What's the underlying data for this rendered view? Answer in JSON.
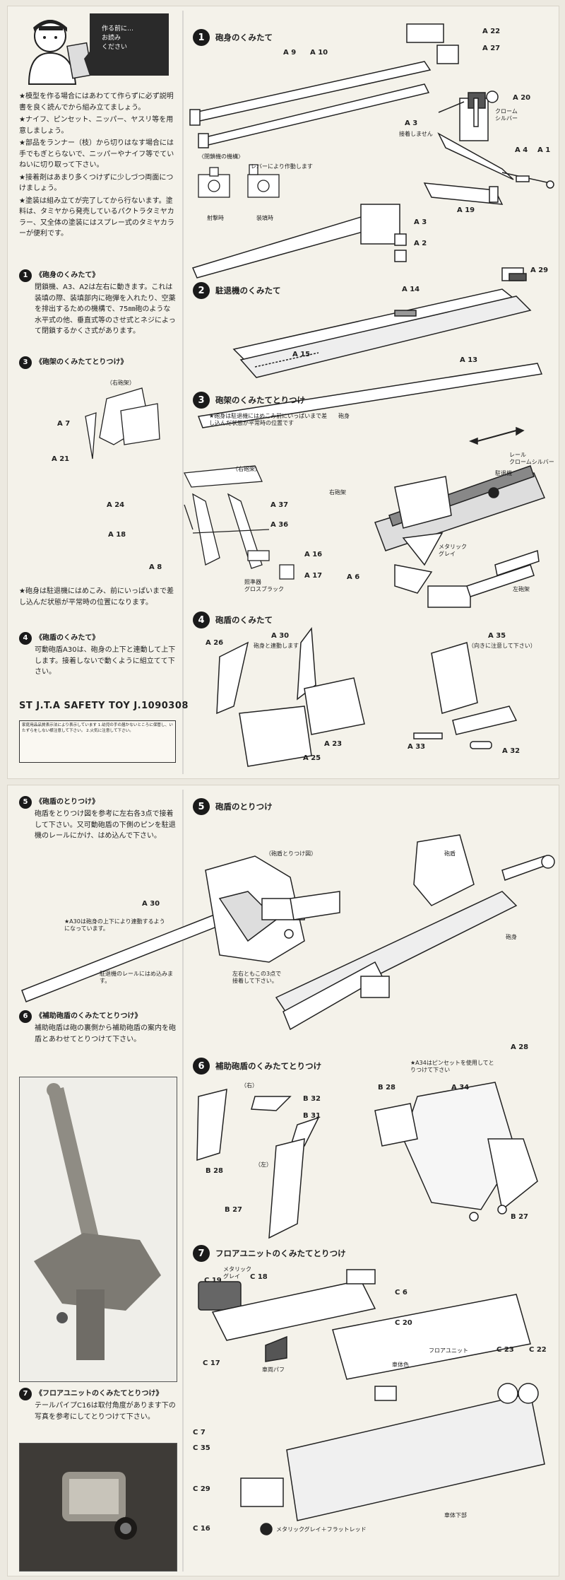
{
  "page1": {
    "header_bubble": "作る前に…\nお読み\nください",
    "intro": [
      "★模型を作る場合にはあわてて作らずに必ず説明書を良く読んでから組み立てましょう。",
      "★ナイフ、ピンセット、ニッパー、ヤスリ等を用意しましょう。",
      "★部品をランナー（枝）から切りはなす場合には手でもぎとらないで、ニッパーやナイフ等でていねいに切り取って下さい。",
      "★接着剤はあまり多くつけずに少しづつ両面につけましょう。",
      "★塗装は組み立てが完了してから行ないます。塗料は、タミヤから発売しているパクトラタミヤカラー、又全体の塗装にはスプレー式のタミヤカラーが便利です。"
    ],
    "left_step1": {
      "num": "1",
      "title": "《砲身のくみたて》",
      "text": "閉鎖機、A3、A2は左右に動きます。これは装填の際、装填部内に砲弾を入れたり、空薬を排出するための機構で、75㎜砲のような水平式の他、垂直式等のさせ式とネジによって閉鎖するかくさ式があります。"
    },
    "left_step3": {
      "num": "3",
      "title": "《砲架のくみたてとりつけ》",
      "right_label": "（右砲架）",
      "note": "★砲身は駐退機にはめこみ、前にいっぱいまで差し込んだ状態が平常時の位置になります。"
    },
    "left_step4": {
      "num": "4",
      "title": "《砲盾のくみたて》",
      "text": "可動砲盾A30は、砲身の上下と連動して上下します。接着しないで動くように組立てて下さい。"
    },
    "safety": "ST J.T.A SAFETY TOY J.1090308",
    "warning_text": "家庭用品品質表示法により表示しています 1.幼児の手の届かないところに保管し、いたずらをしない様注意して下さい。 2.火気に注意して下さい。",
    "step1": {
      "num": "1",
      "title": "砲身のくみたて",
      "breech_title": "〈閉鎖機の機構〉",
      "lever_note": "レバーにより作動します",
      "fire_state": "射撃時",
      "load_state": "装填時",
      "no_glue": "接着しません",
      "chrome": "クローム\nシルバー"
    },
    "step2": {
      "num": "2",
      "title": "駐退機のくみたて"
    },
    "step3": {
      "num": "3",
      "title": "砲架のくみたてとりつけ",
      "note": "★砲身は駐退機にはめこみ前にいっぱいまで差し込んだ状態が平常時の位置です",
      "barrel": "砲身",
      "rail": "レール\nクロームシルバー",
      "recoil": "駐退機",
      "metal_gray": "メタリック\nグレイ",
      "right_carriage": "右砲架",
      "left_carriage": "左砲架",
      "right_carriage2": "（右砲架）",
      "sight_color": "照準器\nグロスブラック"
    },
    "step4": {
      "num": "4",
      "title": "砲盾のくみたて",
      "a30_note": "砲身と連動します",
      "a35_note": "（向きに注意して下さい）"
    },
    "parts": {
      "a1": "A 1",
      "a2": "A 2",
      "a3": "A 3",
      "a4": "A 4",
      "a6": "A 6",
      "a7": "A 7",
      "a8": "A 8",
      "a9": "A 9",
      "a10": "A 10",
      "a13": "A 13",
      "a14": "A 14",
      "a15": "A 15",
      "a16": "A 16",
      "a17": "A 17",
      "a18": "A 18",
      "a19": "A 19",
      "a20": "A 20",
      "a21": "A 21",
      "a22": "A 22",
      "a23": "A 23",
      "a24": "A 24",
      "a25": "A 25",
      "a26": "A 26",
      "a27": "A 27",
      "a29": "A 29",
      "a30": "A 30",
      "a32": "A 32",
      "a33": "A 33",
      "a35": "A 35",
      "a36": "A 36",
      "a37": "A 37"
    }
  },
  "page2": {
    "left_step5": {
      "num": "5",
      "title": "《砲盾のとりつけ》",
      "text": "砲盾をとりつけ図を参考に左右各3点で接着して下さい。又可動砲盾の下側のピンを駐退機のレールにかけ、はめ込んで下さい。"
    },
    "left_step6": {
      "num": "6",
      "title": "《補助砲盾のくみたてとりつけ》",
      "text": "補助砲盾は砲の裏側から補助砲盾の案内を砲盾とあわせてとりつけて下さい。"
    },
    "left_step7": {
      "num": "7",
      "title": "《フロアユニットのくみたてとりつけ》",
      "text": "テールパイプC16は取付角度があります下の写真を参考にしてとりつけて下さい。"
    },
    "step5": {
      "num": "5",
      "title": "砲盾のとりつけ",
      "attach_fig": "（砲盾とりつけ図）",
      "a30_note": "★A30は砲身の上下により連動するようになっています。",
      "rail_note": "駐退機のレールにはめ込みます。",
      "glue_note": "左右ともこの3点で\n接着して下さい。",
      "shield": "砲盾",
      "barrel": "砲身"
    },
    "step6": {
      "num": "6",
      "title": "補助砲盾のくみたてとりつけ",
      "right": "（右）",
      "left": "（左）",
      "a34_note": "★A34はピンセットを使用してとりつけて下さい"
    },
    "step7": {
      "num": "7",
      "title": "フロアユニットのくみたてとりつけ",
      "metal_gray": "メタリック\nグレイ",
      "floor_unit": "フロアユニット",
      "body_color": "車体色",
      "exhaust": "車両パフ",
      "hull_bottom": "車体下部",
      "c16_color": "メタリックグレイ＋フラットレッド"
    },
    "parts": {
      "a28": "A 28",
      "a30": "A 30",
      "a34": "A 34",
      "b27": "B 27",
      "b27b": "B 27",
      "b28": "B 28",
      "b28b": "B 28",
      "b31": "B 31",
      "b32": "B 32",
      "c6": "C 6",
      "c7": "C 7",
      "c16": "C 16",
      "c17": "C 17",
      "c18": "C 18",
      "c19": "C 19",
      "c20": "C 20",
      "c22": "C 22",
      "c23": "C 23",
      "c29": "C 29",
      "c35": "C 35"
    }
  }
}
